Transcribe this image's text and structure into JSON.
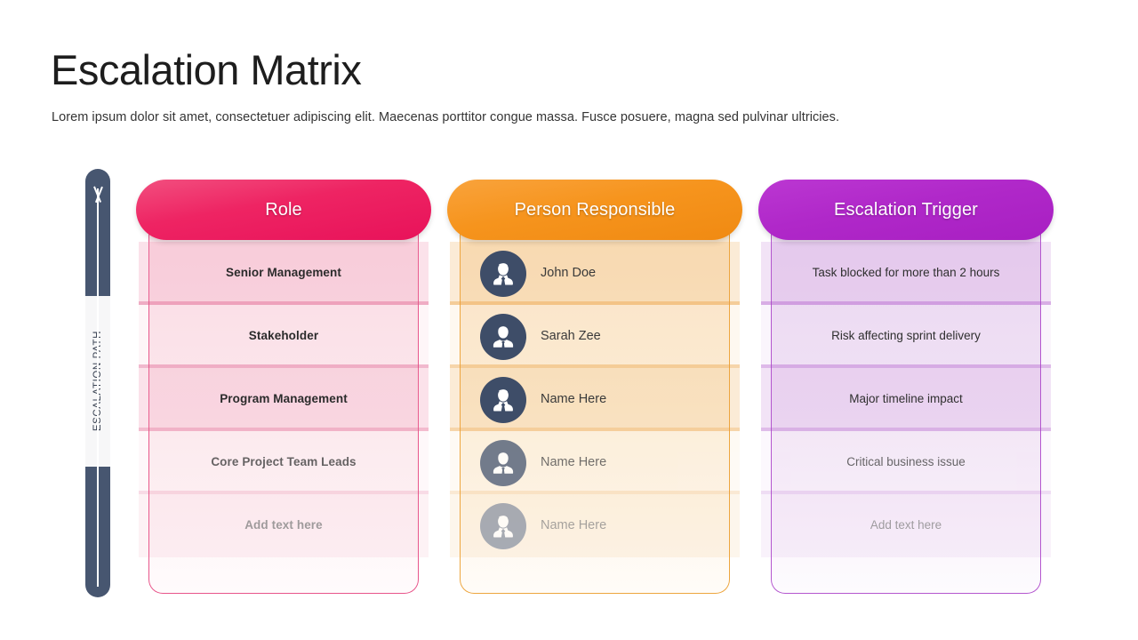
{
  "header": {
    "title": "Escalation Matrix",
    "subtitle": "Lorem ipsum dolor sit amet, consectetuer adipiscing elit. Maecenas porttitor congue massa. Fusce posuere, magna sed pulvinar ultricies."
  },
  "escalation_path": {
    "label": "ESCALATION PATH",
    "arrow_direction": "up",
    "bar_color": "#475670",
    "panel_color": "#f7f7f8"
  },
  "columns": [
    {
      "id": "role",
      "header": "Role",
      "accent": "#ee2463",
      "rows": [
        {
          "text": "Senior Management"
        },
        {
          "text": "Stakeholder"
        },
        {
          "text": "Program Management"
        },
        {
          "text": "Core Project Team Leads"
        },
        {
          "text": "Add text here"
        }
      ]
    },
    {
      "id": "person-responsible",
      "header": "Person Responsible",
      "accent": "#f6941d",
      "rows": [
        {
          "text": "John Doe",
          "avatar": "user-female-avatar-icon"
        },
        {
          "text": "Sarah Zee",
          "avatar": "user-male-avatar-icon"
        },
        {
          "text": "Name Here",
          "avatar": "user-female-avatar-icon"
        },
        {
          "text": "Name Here",
          "avatar": "user-male-avatar-icon"
        },
        {
          "text": "Name Here",
          "avatar": "user-female-avatar-icon"
        }
      ]
    },
    {
      "id": "escalation-trigger",
      "header": "Escalation Trigger",
      "accent": "#b028c9",
      "rows": [
        {
          "text": "Task blocked for more than 2 hours"
        },
        {
          "text": "Risk affecting sprint delivery"
        },
        {
          "text": "Major timeline impact"
        },
        {
          "text": "Critical business issue"
        },
        {
          "text": "Add text here"
        }
      ]
    }
  ]
}
